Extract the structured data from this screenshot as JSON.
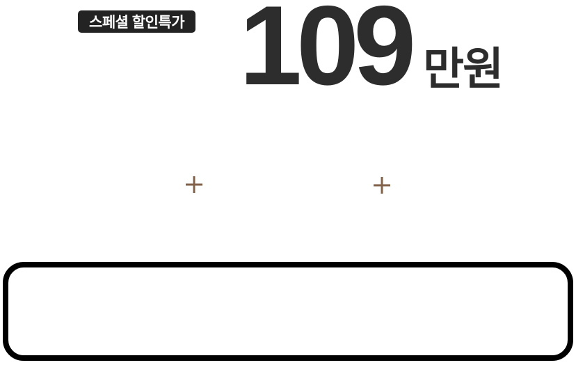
{
  "badge": {
    "label": "스페셜 할인특가"
  },
  "price": {
    "amount": "109",
    "unit": "만원"
  },
  "icons": {
    "plus": "plus-icon"
  },
  "panel": {
    "content": ""
  },
  "colors": {
    "background": "#ffffff",
    "text_dark": "#2d2d2d",
    "badge_bg": "#232323",
    "badge_text": "#ffffff",
    "plus_brown": "#82614a",
    "panel_border": "#000000",
    "panel_bg": "#ffffff"
  }
}
